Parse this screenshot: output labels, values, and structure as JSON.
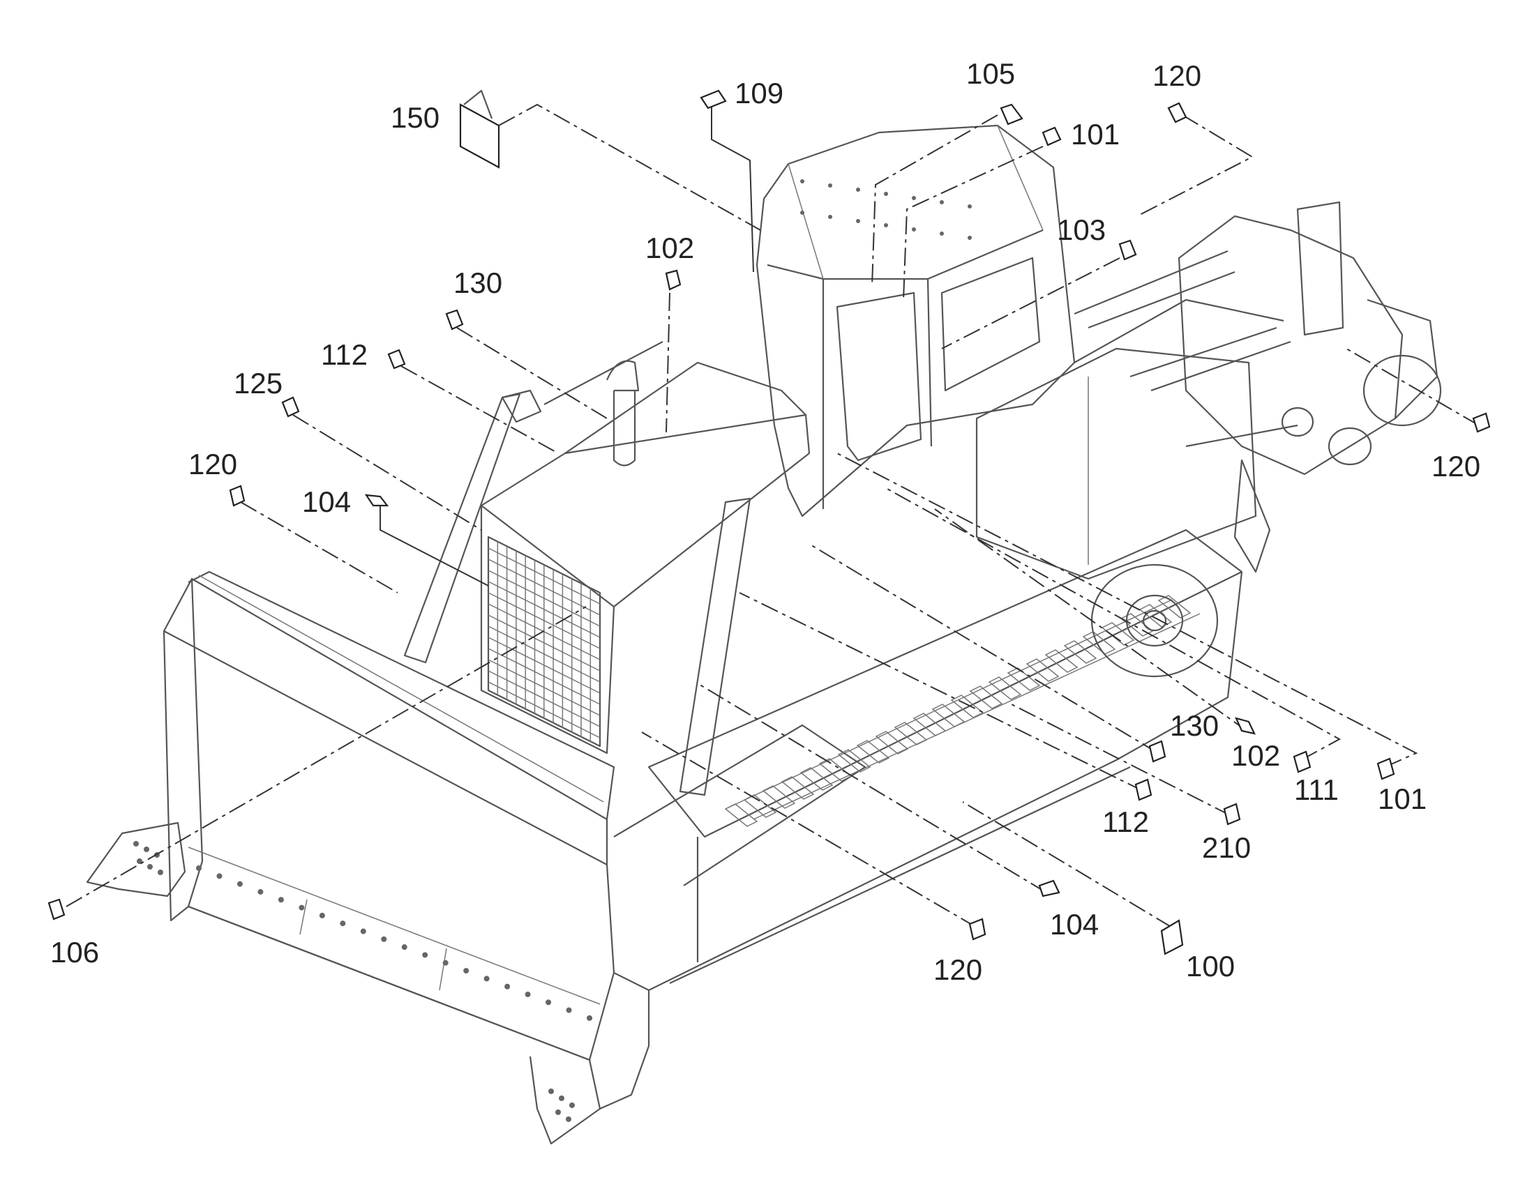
{
  "figure": {
    "reference_numerals": [
      {
        "id": "l150",
        "text": "150"
      },
      {
        "id": "l109",
        "text": "109"
      },
      {
        "id": "l105",
        "text": "105"
      },
      {
        "id": "l101a",
        "text": "101"
      },
      {
        "id": "l120a",
        "text": "120"
      },
      {
        "id": "l103",
        "text": "103"
      },
      {
        "id": "l102a",
        "text": "102"
      },
      {
        "id": "l130a",
        "text": "130"
      },
      {
        "id": "l112a",
        "text": "112"
      },
      {
        "id": "l125",
        "text": "125"
      },
      {
        "id": "l120b",
        "text": "120"
      },
      {
        "id": "l104a",
        "text": "104"
      },
      {
        "id": "l120c",
        "text": "120"
      },
      {
        "id": "l130b",
        "text": "130"
      },
      {
        "id": "l102b",
        "text": "102"
      },
      {
        "id": "l111",
        "text": "111"
      },
      {
        "id": "l101b",
        "text": "101"
      },
      {
        "id": "l112b",
        "text": "112"
      },
      {
        "id": "l210",
        "text": "210"
      },
      {
        "id": "l106",
        "text": "106"
      },
      {
        "id": "l104b",
        "text": "104"
      },
      {
        "id": "l120d",
        "text": "120"
      },
      {
        "id": "l100",
        "text": "100"
      }
    ]
  }
}
